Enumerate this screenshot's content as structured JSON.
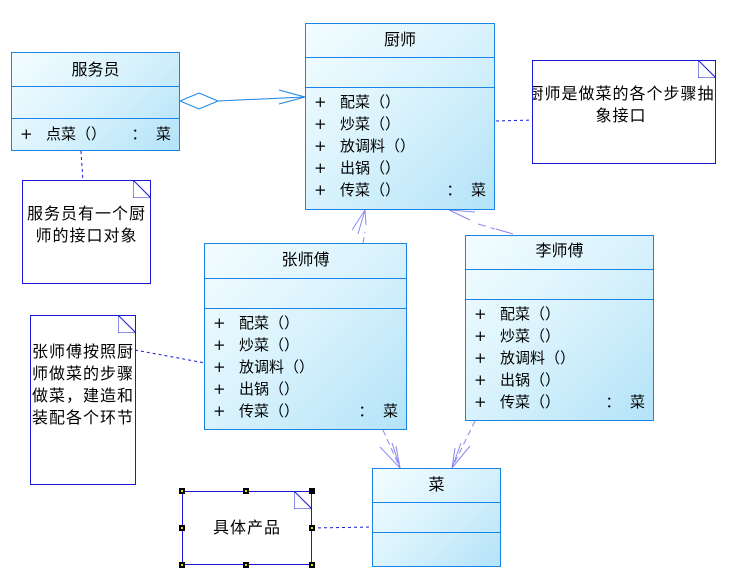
{
  "diagram": {
    "classes": {
      "waiter": {
        "name": "服务员",
        "operations": [
          {
            "vis": "+",
            "name": "点菜",
            "params": "（）",
            "ret": "：  菜"
          }
        ]
      },
      "chef": {
        "name": "厨师",
        "operations": [
          {
            "vis": "+",
            "name": "配菜",
            "params": "（）",
            "ret": ""
          },
          {
            "vis": "+",
            "name": "炒菜",
            "params": "（）",
            "ret": ""
          },
          {
            "vis": "+",
            "name": "放调料",
            "params": "（）",
            "ret": ""
          },
          {
            "vis": "+",
            "name": "出锅",
            "params": "（）",
            "ret": ""
          },
          {
            "vis": "+",
            "name": "传菜",
            "params": "（）",
            "ret": "：  菜"
          }
        ]
      },
      "zhang": {
        "name": "张师傅",
        "operations": [
          {
            "vis": "+",
            "name": "配菜",
            "params": "（）",
            "ret": ""
          },
          {
            "vis": "+",
            "name": "炒菜",
            "params": "（）",
            "ret": ""
          },
          {
            "vis": "+",
            "name": "放调料",
            "params": "（）",
            "ret": ""
          },
          {
            "vis": "+",
            "name": "出锅",
            "params": "（）",
            "ret": ""
          },
          {
            "vis": "+",
            "name": "传菜",
            "params": "（）",
            "ret": "：  菜"
          }
        ]
      },
      "li": {
        "name": "李师傅",
        "operations": [
          {
            "vis": "+",
            "name": "配菜",
            "params": "（）",
            "ret": ""
          },
          {
            "vis": "+",
            "name": "炒菜",
            "params": "（）",
            "ret": ""
          },
          {
            "vis": "+",
            "name": "放调料",
            "params": "（）",
            "ret": ""
          },
          {
            "vis": "+",
            "name": "出锅",
            "params": "（）",
            "ret": ""
          },
          {
            "vis": "+",
            "name": "传菜",
            "params": "（）",
            "ret": "：  菜"
          }
        ]
      },
      "dish": {
        "name": "菜",
        "operations": []
      }
    },
    "notes": {
      "chef_note": "厨师是做菜的各个步骤抽象接口",
      "waiter_note": "服务员有一个厨师的接口对象",
      "zhang_note": "张师傅按照厨师做菜的步骤做菜，建造和装配各个环节",
      "product_note": "具体产品"
    },
    "relations": [
      {
        "type": "aggregation",
        "from": "服务员",
        "to": "厨师"
      },
      {
        "type": "realization",
        "from": "张师傅",
        "to": "厨师"
      },
      {
        "type": "realization",
        "from": "李师傅",
        "to": "厨师"
      },
      {
        "type": "dependency",
        "from": "张师傅",
        "to": "菜"
      },
      {
        "type": "dependency",
        "from": "李师傅",
        "to": "菜"
      },
      {
        "type": "note-link",
        "from": "厨师是做菜的各个步骤抽象接口",
        "to": "厨师"
      },
      {
        "type": "note-link",
        "from": "服务员有一个厨师的接口对象",
        "to": "服务员"
      },
      {
        "type": "note-link",
        "from": "张师傅按照厨师做菜的步骤做菜，建造和装配各个环节",
        "to": "张师傅"
      },
      {
        "type": "note-link",
        "from": "具体产品",
        "to": "菜"
      }
    ],
    "colors": {
      "class_border": "#1a84e6",
      "note_border": "#1a1ad6",
      "arrow": "#8a8aee"
    }
  }
}
